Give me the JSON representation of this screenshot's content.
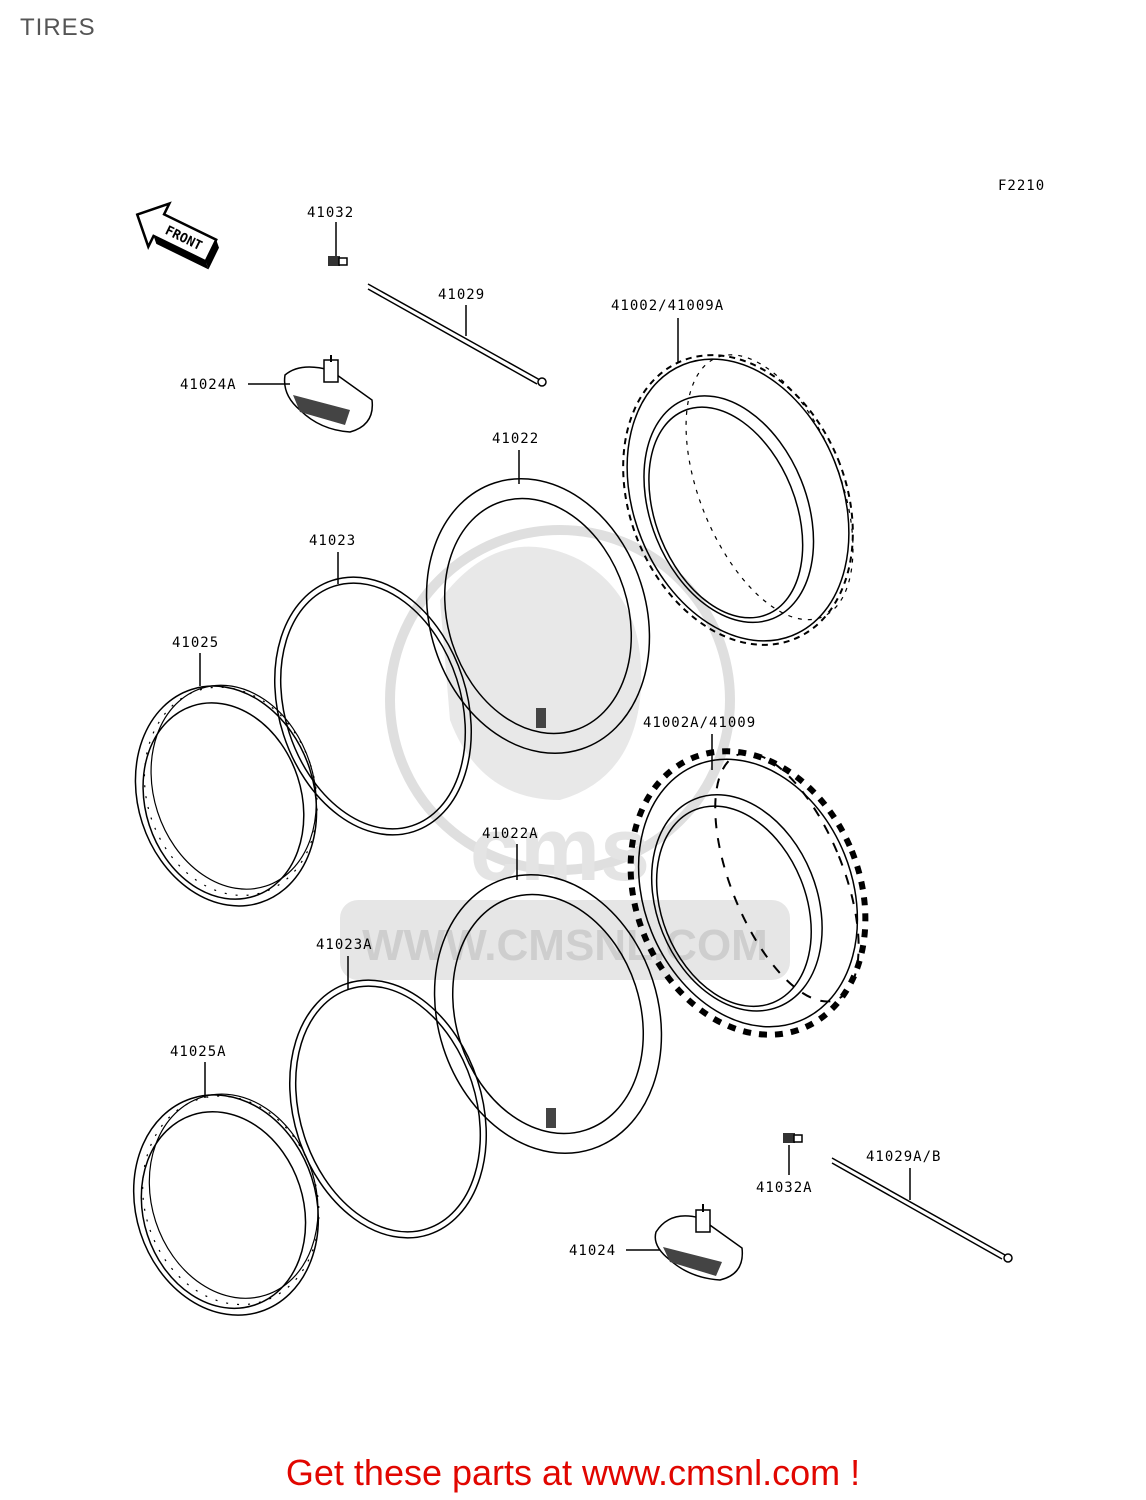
{
  "page": {
    "title": "TIRES",
    "figure_code": "F2210",
    "front_arrow_text": "FRONT",
    "watermark_text": "WWW.CMSNL.COM",
    "footer_cta": "Get these parts at www.cmsnl.com !"
  },
  "parts": {
    "p41032": "41032",
    "p41029": "41029",
    "p41024A": "41024A",
    "p41002_41009A": "41002/41009A",
    "p41022": "41022",
    "p41023": "41023",
    "p41025": "41025",
    "p41002A_41009": "41002A/41009",
    "p41022A": "41022A",
    "p41023A": "41023A",
    "p41025A": "41025A",
    "p41029AB": "41029A/B",
    "p41032A": "41032A",
    "p41024": "41024"
  },
  "colors": {
    "line": "#000000",
    "watermark": "#d8d8d8",
    "cta": "#e10600",
    "title": "#555555"
  }
}
